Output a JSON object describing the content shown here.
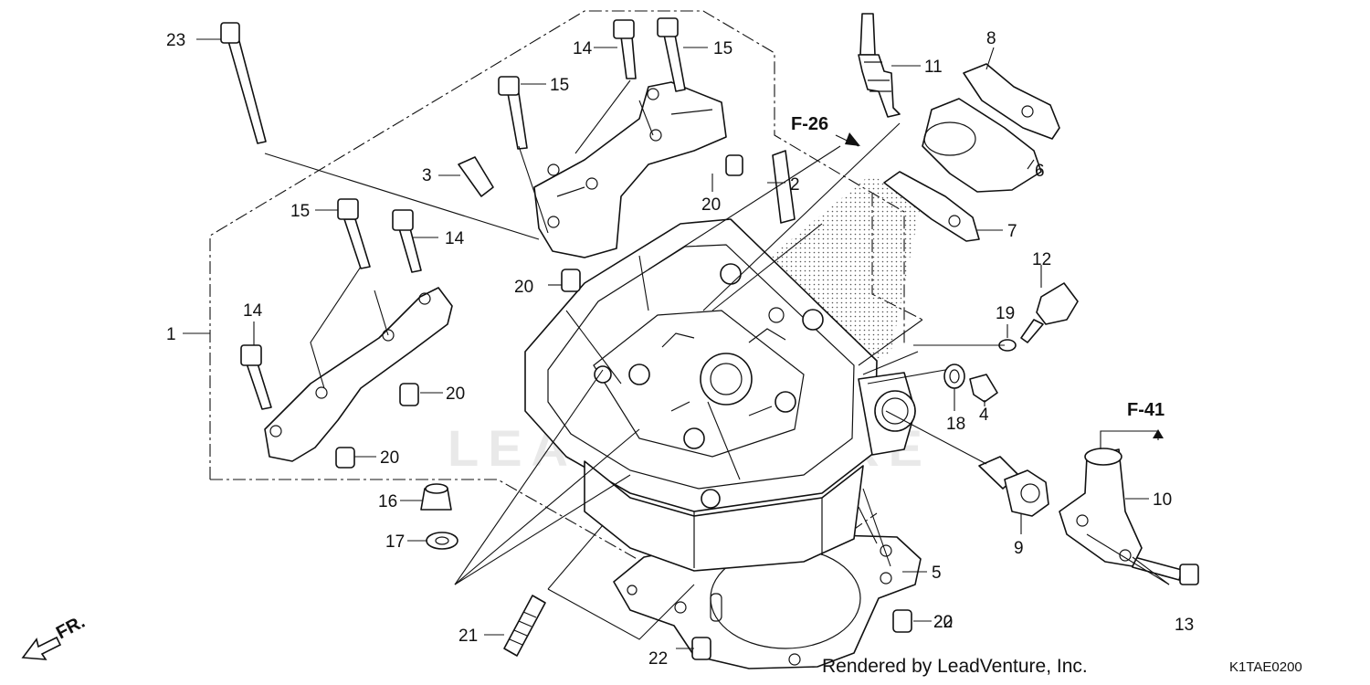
{
  "diagram": {
    "callouts": [
      "1",
      "2",
      "3",
      "4",
      "5",
      "6",
      "7",
      "8",
      "9",
      "10",
      "11",
      "12",
      "13",
      "14",
      "14",
      "14",
      "15",
      "15",
      "15",
      "16",
      "17",
      "18",
      "19",
      "20",
      "20",
      "20",
      "20",
      "20",
      "21",
      "22",
      "22",
      "23"
    ],
    "section_refs": [
      "F-26",
      "F-41"
    ],
    "front_marker": "FR.",
    "watermark": "LEADVENTURE",
    "credit": "Rendered by LeadVenture, Inc.",
    "diagram_code": "K1TAE0200"
  }
}
